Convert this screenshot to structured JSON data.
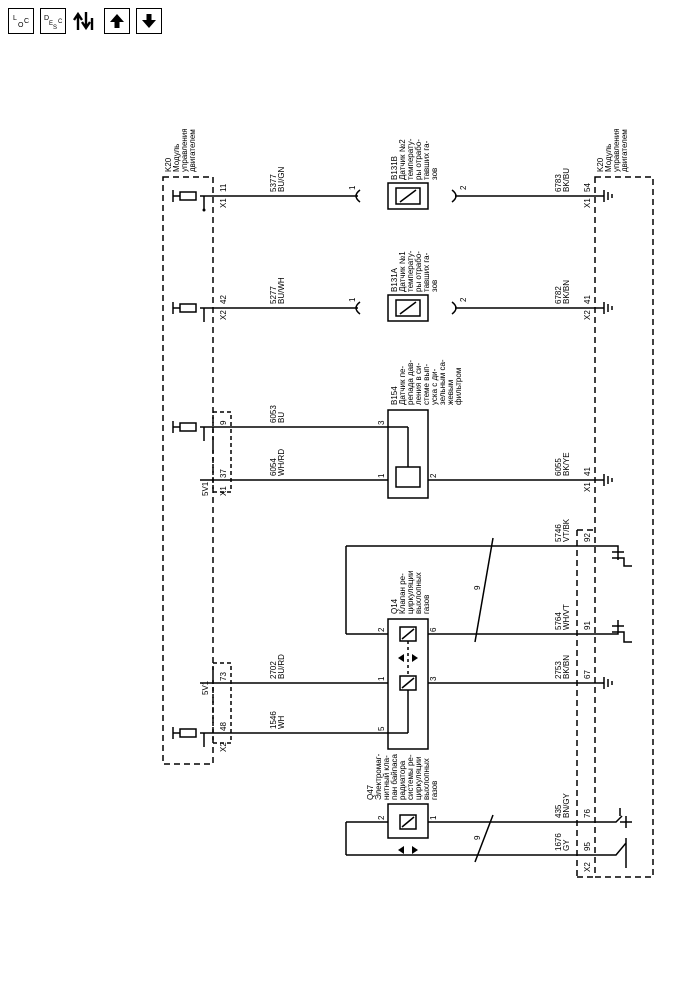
{
  "toolbar": {
    "buttons": [
      {
        "id": "loc",
        "label": "LOC",
        "icon": "loc-icon"
      },
      {
        "id": "desc",
        "label": "DESC",
        "icon": "desc-icon"
      },
      {
        "id": "flow",
        "label": "",
        "icon": "connector-flow-icon"
      },
      {
        "id": "up",
        "label": "",
        "icon": "arrow-up-icon"
      },
      {
        "id": "down",
        "label": "",
        "icon": "arrow-down-icon"
      }
    ]
  },
  "diagram": {
    "modules": {
      "k20_left": [
        "K20",
        "Модуль",
        "управления",
        "двигателем"
      ],
      "k20_right": [
        "K20",
        "Модуль",
        "управления",
        "двигателем"
      ]
    },
    "components": {
      "b131b": [
        "B131B",
        "Датчик №2",
        "температу-",
        "ры отрабо-",
        "тавших га-",
        "зов"
      ],
      "b131a": [
        "B131A",
        "Датчик №1",
        "температу-",
        "ры отрабо-",
        "тавших га-",
        "зов"
      ],
      "b154": [
        "B154",
        "Датчик пе-",
        "репада дав-",
        "ления в си-",
        "стеме вып-",
        "уска с ди-",
        "зельным са-",
        "жевым",
        "фильтром"
      ],
      "q14": [
        "Q14",
        "Клапан ре-",
        "циркуляции",
        "выхлопных",
        "газов"
      ],
      "q47": [
        "Q47",
        "Электромаг-",
        "нитный кла-",
        "пан байпаса",
        "радиатора",
        "системы ре-",
        "циркуляции",
        "выхлопных",
        "газов"
      ]
    },
    "connectors": {
      "x1": "X1",
      "x2": "X2",
      "vref": "5V1"
    },
    "wires": [
      {
        "circuit": "5377",
        "color": "BU/GN"
      },
      {
        "circuit": "6783",
        "color": "BK/BU"
      },
      {
        "circuit": "5277",
        "color": "BU/WH"
      },
      {
        "circuit": "6782",
        "color": "BK/BN"
      },
      {
        "circuit": "6053",
        "color": "BU"
      },
      {
        "circuit": "6054",
        "color": "WH/RD"
      },
      {
        "circuit": "6055",
        "color": "BK/YE"
      },
      {
        "circuit": "5746",
        "color": "VT/BK"
      },
      {
        "circuit": "5764",
        "color": "WH/VT"
      },
      {
        "circuit": "2702",
        "color": "BU/RD"
      },
      {
        "circuit": "2753",
        "color": "BK/BN"
      },
      {
        "circuit": "1546",
        "color": "WH"
      },
      {
        "circuit": "435",
        "color": "BN/GY"
      },
      {
        "circuit": "1676",
        "color": "GY"
      }
    ],
    "pins": {
      "p11": "11",
      "p54": "54",
      "p42": "42",
      "p41": "41",
      "p9": "9",
      "p37": "37",
      "p92": "92",
      "p91": "91",
      "p73": "73",
      "p67": "67",
      "p48": "48",
      "p76": "76",
      "p95": "95",
      "c1": "1",
      "c2": "2",
      "c3": "3",
      "c5": "5",
      "c6": "6"
    },
    "twist_label": "9"
  }
}
